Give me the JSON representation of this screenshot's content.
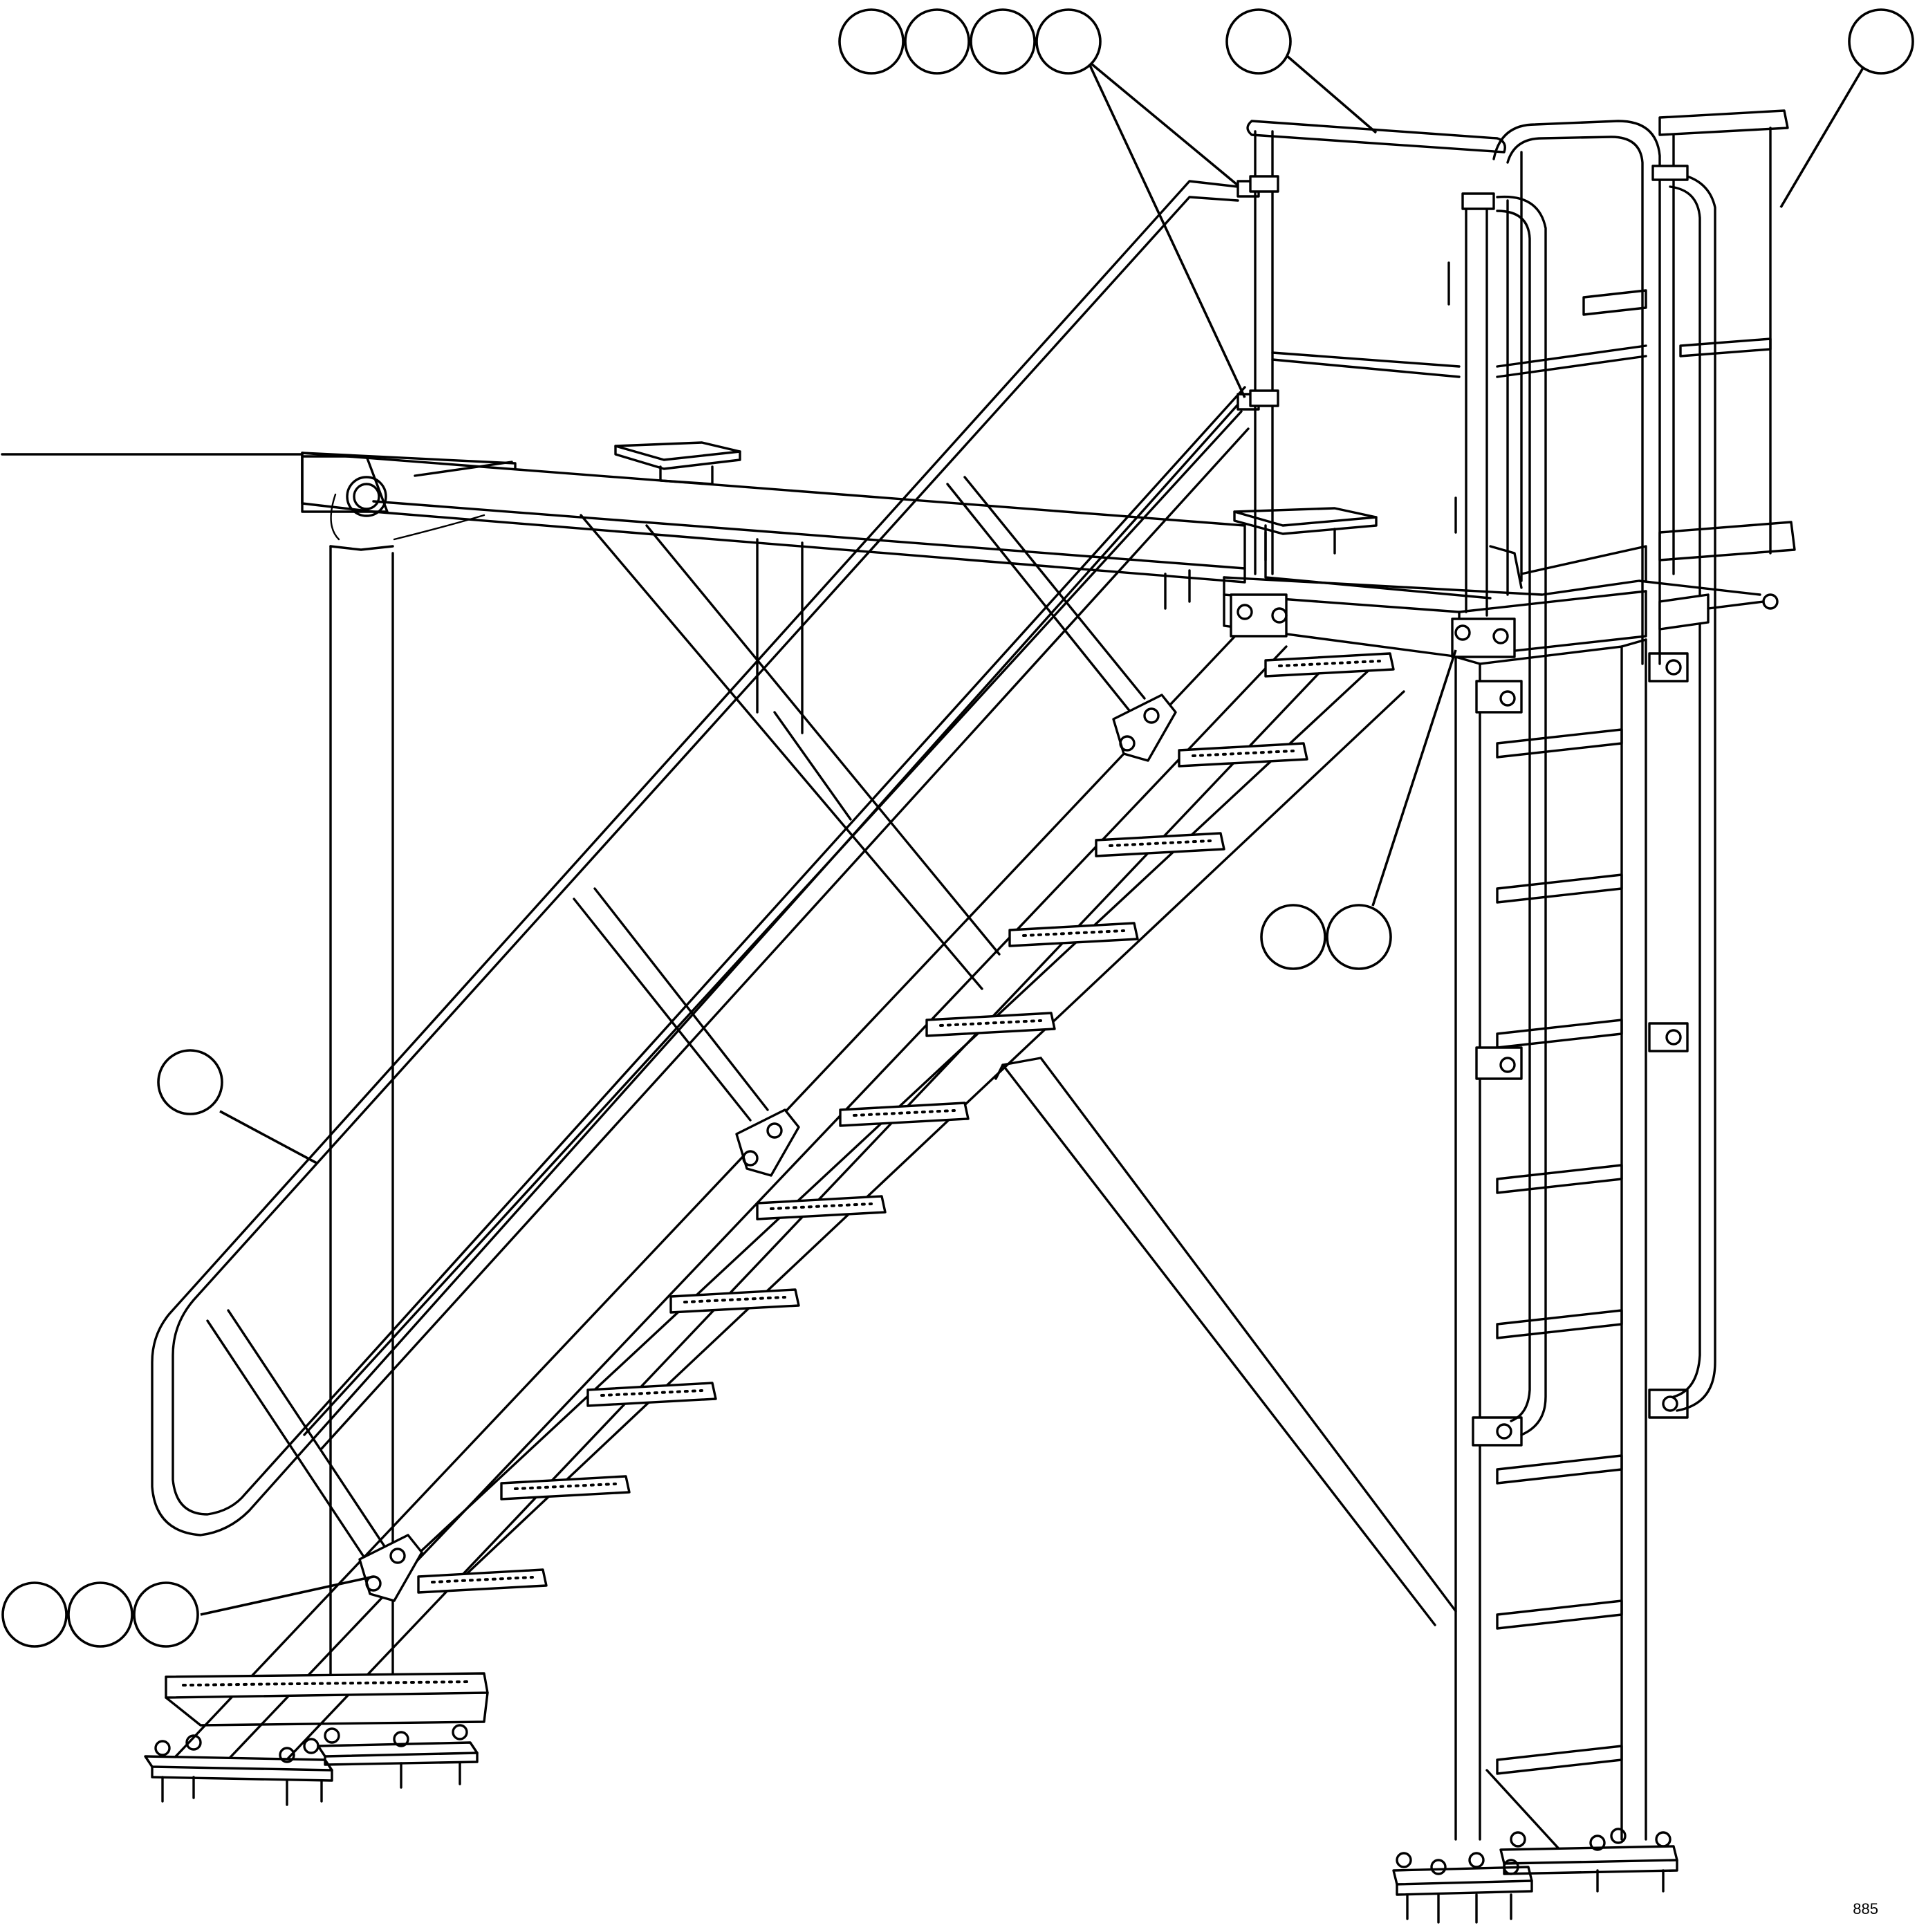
{
  "figure": {
    "subject": "stair-and-ladder-access-platform",
    "drawing_id": "885"
  },
  "callouts": [
    {
      "id": "balloon-group-top-left",
      "count": 4,
      "label": ""
    },
    {
      "id": "balloon-platform-rail",
      "count": 1,
      "label": ""
    },
    {
      "id": "balloon-gate",
      "count": 1,
      "label": ""
    },
    {
      "id": "balloon-ladder-bracket",
      "count": 2,
      "label": ""
    },
    {
      "id": "balloon-stair-handrail",
      "count": 1,
      "label": ""
    },
    {
      "id": "balloon-lower-bracket",
      "count": 3,
      "label": ""
    }
  ]
}
